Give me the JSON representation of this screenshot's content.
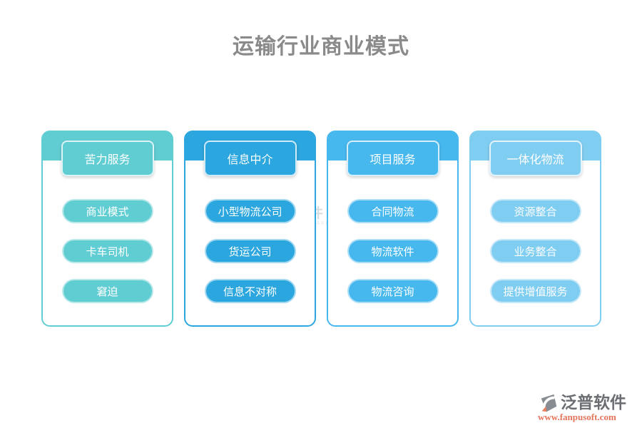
{
  "title": "运输行业商业模式",
  "columns": [
    {
      "header": "苦力服务",
      "color": "#60cdd3",
      "items": [
        "商业模式",
        "卡车司机",
        "窘迫"
      ]
    },
    {
      "header": "信息中介",
      "color": "#2ca6de",
      "items": [
        "小型物流公司",
        "货运公司",
        "信息不对称"
      ]
    },
    {
      "header": "项目服务",
      "color": "#47b8ee",
      "items": [
        "合同物流",
        "物流软件",
        "物流咨询"
      ]
    },
    {
      "header": "一体化物流",
      "color": "#80cdf2",
      "items": [
        "资源整合",
        "业务整合",
        "提供增值服务"
      ]
    }
  ],
  "watermark": {
    "text": "泛普软件",
    "subtext": "FANPU SOFTWARE"
  },
  "brand": {
    "name": "泛普软件",
    "url": "www.fanpusoft.com",
    "url_color": "#e4745a",
    "icon_gray": "#878d93",
    "icon_accent": "#e8805f"
  }
}
